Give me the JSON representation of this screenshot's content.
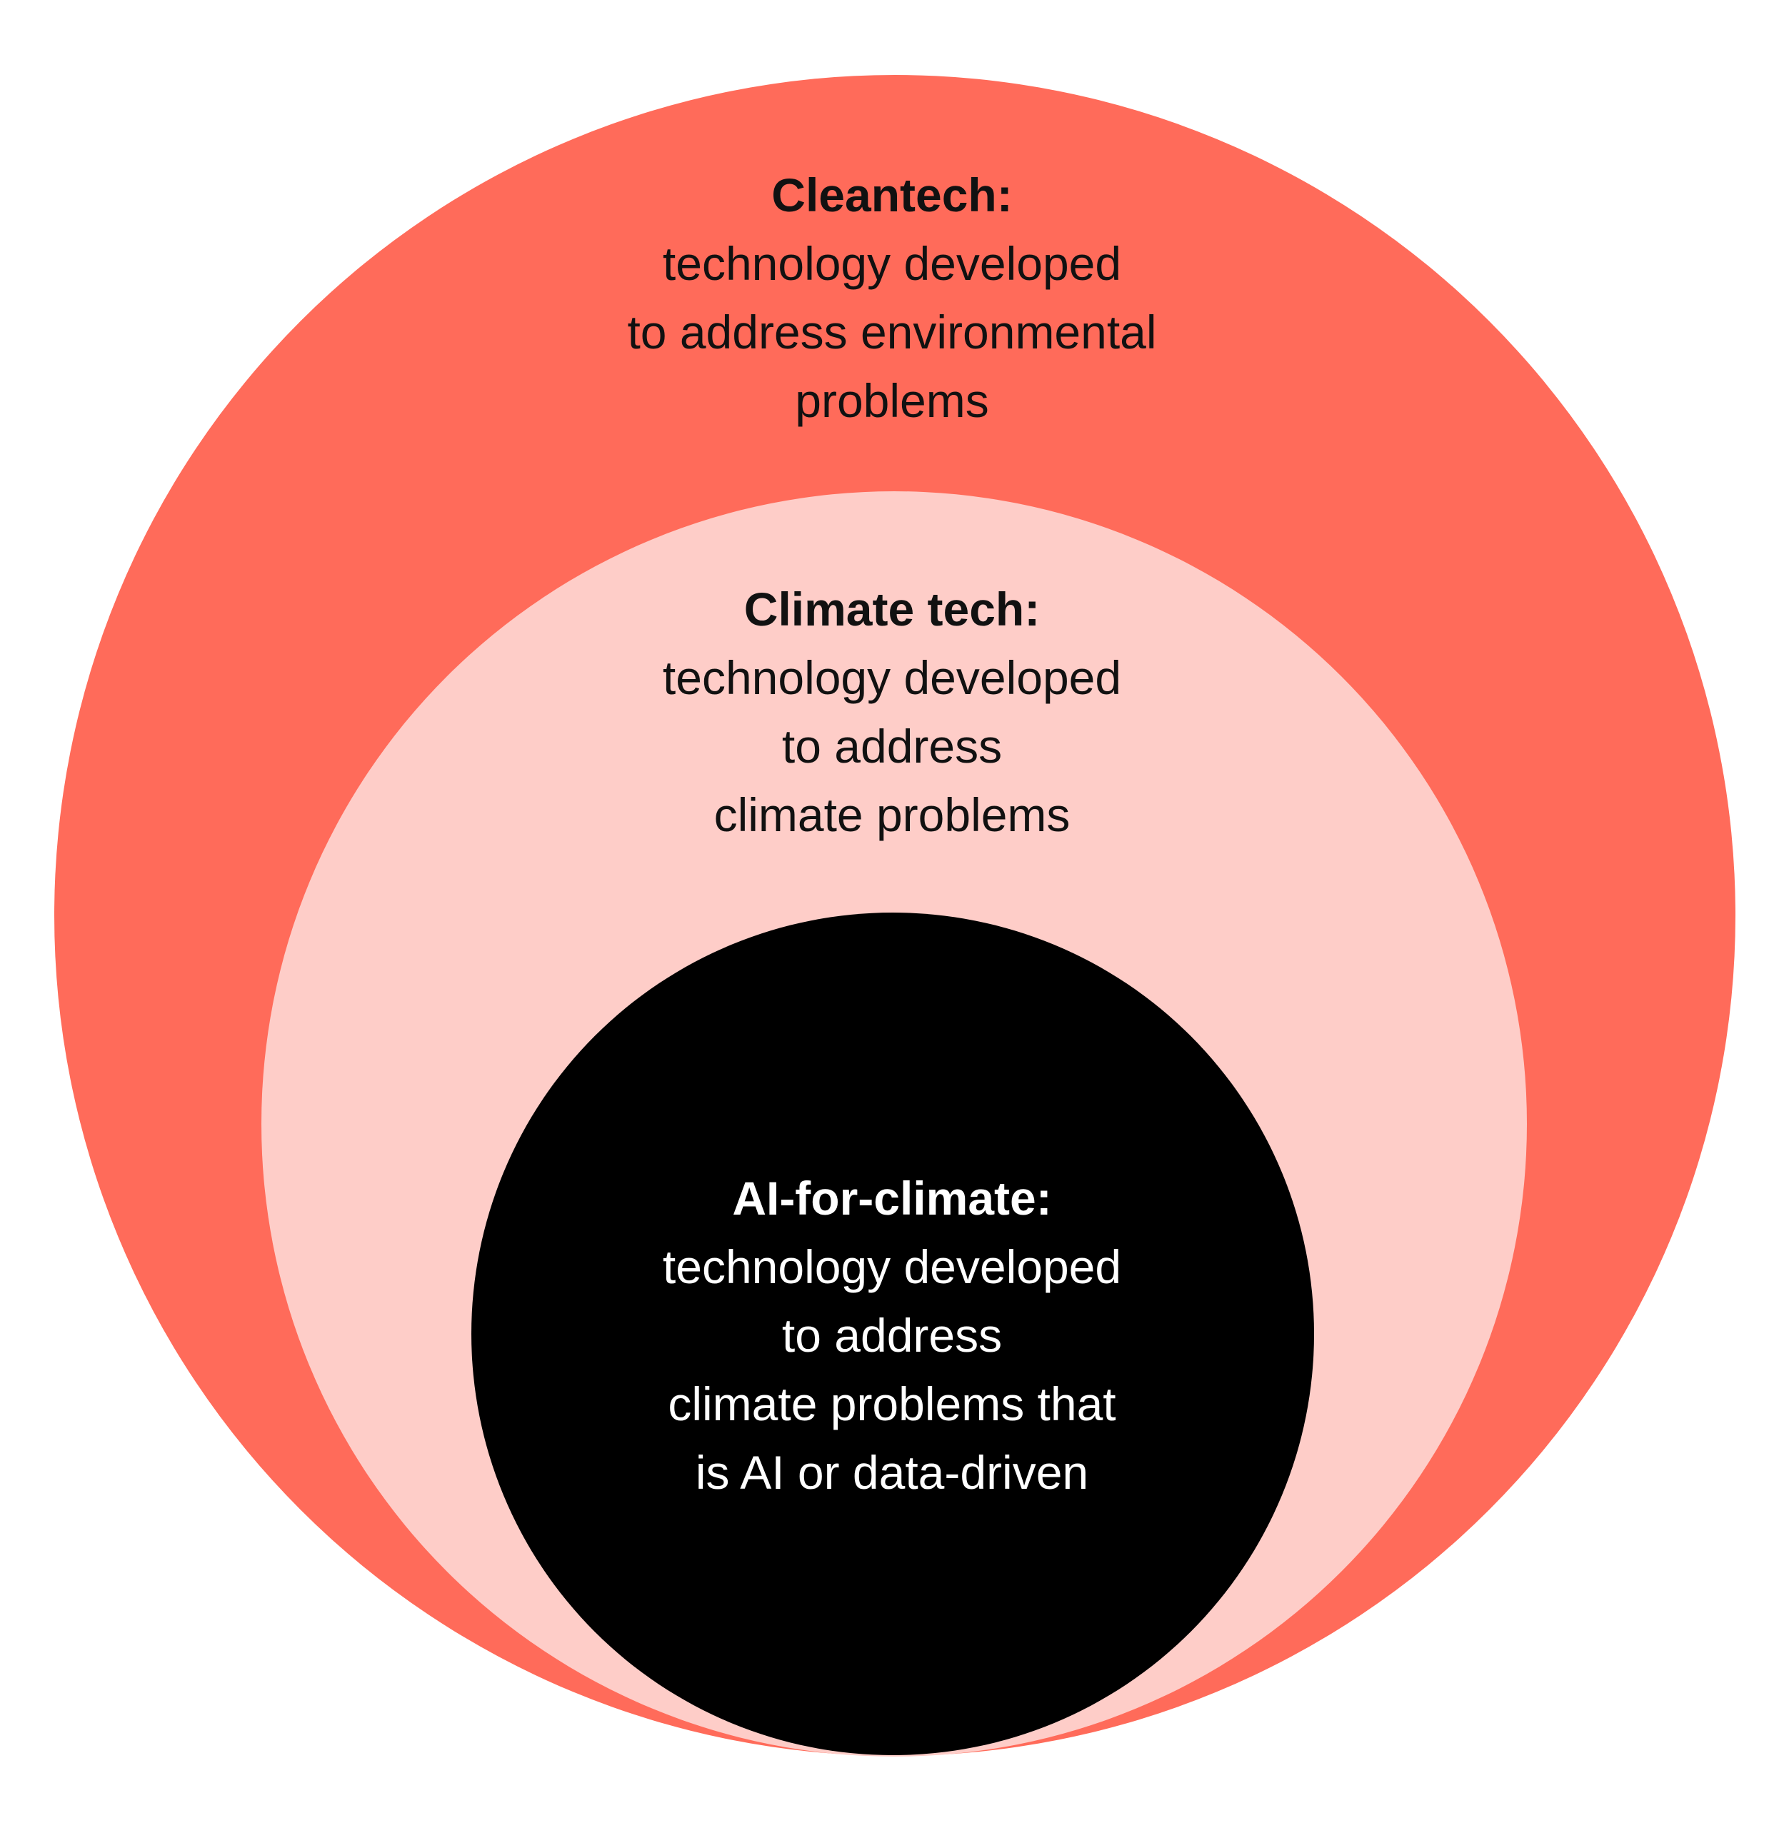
{
  "colors": {
    "outer": "#ff6b5a",
    "middle": "#fecdc8",
    "inner": "#000000",
    "dark_text": "#111111",
    "light_text": "#ffffff"
  },
  "cleantech": {
    "title": "Cleantech:",
    "lines": [
      "technology developed",
      "to address environmental",
      "problems"
    ]
  },
  "climate_tech": {
    "title": "Climate tech:",
    "lines": [
      "technology developed",
      "to address",
      "climate problems"
    ]
  },
  "ai_for_climate": {
    "title": "AI-for-climate:",
    "lines": [
      "technology developed",
      "to address",
      "climate problems that",
      "is AI or data-driven"
    ]
  }
}
